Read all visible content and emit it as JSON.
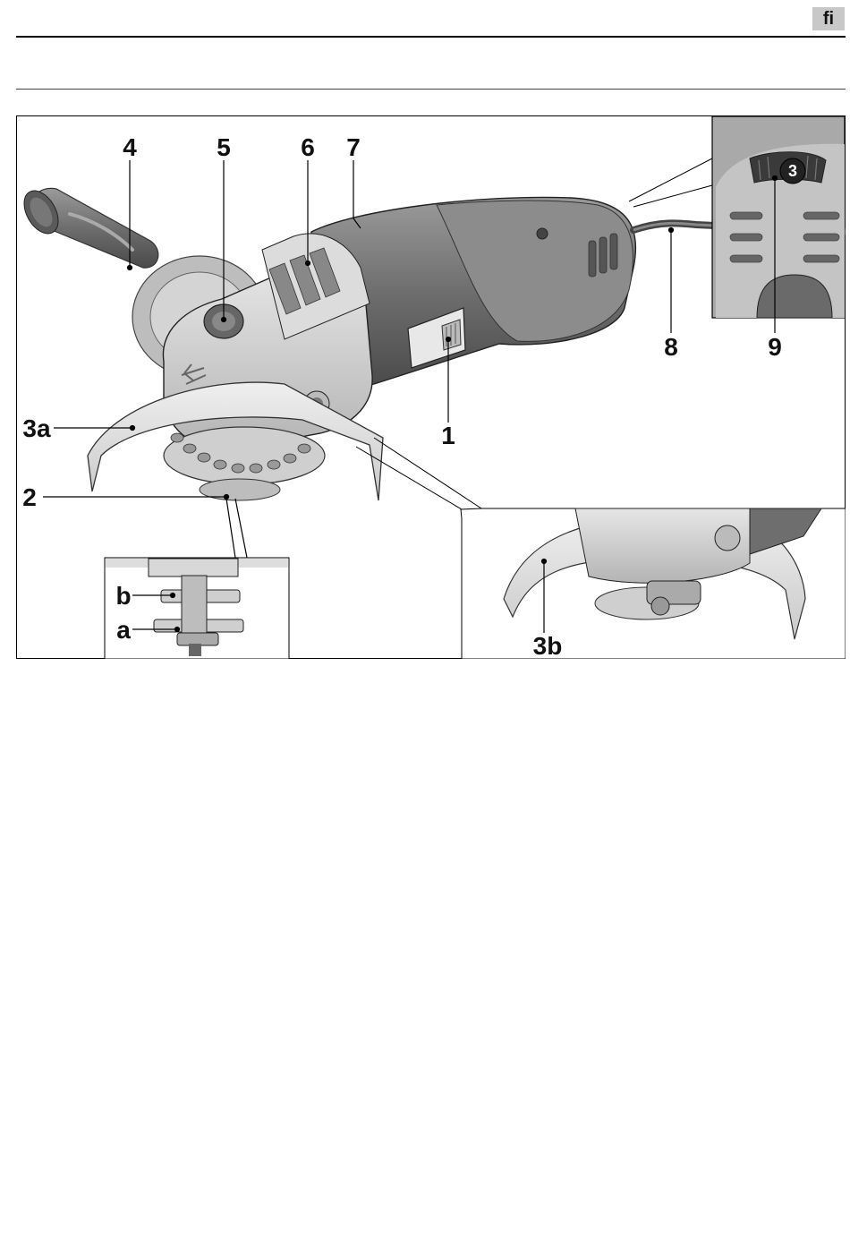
{
  "header": {
    "language_code": "fi"
  },
  "figure": {
    "callouts": {
      "c1": "1",
      "c2": "2",
      "c3a": "3a",
      "c3b": "3b",
      "c4": "4",
      "c5": "5",
      "c6": "6",
      "c7": "7",
      "c8": "8",
      "c9": "9",
      "ca": "a",
      "cb": "b"
    },
    "speed_dial_value": "3"
  }
}
